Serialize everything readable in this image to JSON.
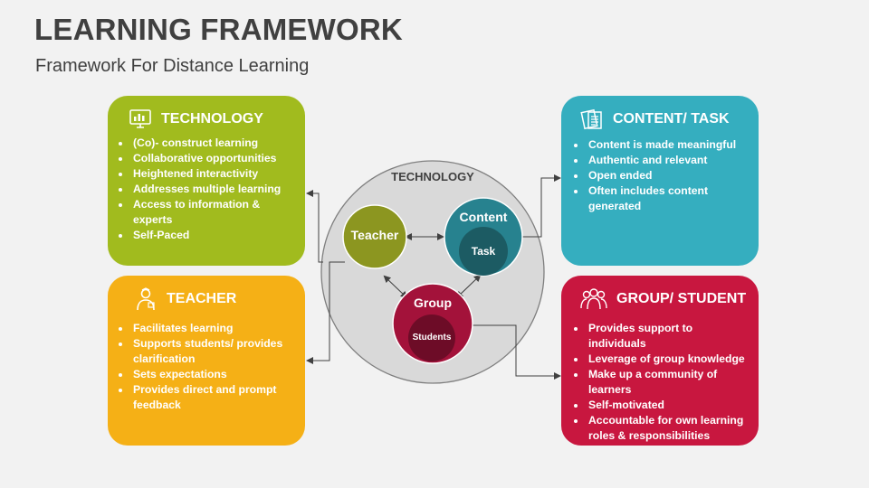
{
  "header": {
    "title": "LEARNING FRAMEWORK",
    "subtitle": "Framework For Distance Learning"
  },
  "boxes": {
    "technology": {
      "title": "TECHNOLOGY",
      "icon": "computer-chart-icon",
      "color": "#a1bb1e",
      "items": [
        "(Co)- construct learning",
        "Collaborative opportunities",
        "Heightened interactivity",
        "Addresses multiple learning",
        "Access to information & experts",
        "Self-Paced"
      ]
    },
    "teacher": {
      "title": "TEACHER",
      "icon": "teacher-icon",
      "color": "#f5b016",
      "items": [
        "Facilitates learning",
        "Supports students/ provides clarification",
        "Sets expectations",
        "Provides direct and prompt feedback"
      ]
    },
    "content": {
      "title": "CONTENT/ TASK",
      "icon": "documents-icon",
      "color": "#35aebf",
      "items": [
        "Content is made meaningful",
        "Authentic and relevant",
        "Open ended",
        "Often includes content generated"
      ]
    },
    "group": {
      "title": "GROUP/ STUDENT",
      "icon": "group-people-icon",
      "color": "#c8173f",
      "items": [
        "Provides support to individuals",
        "Leverage of group knowledge",
        "Make up a community of learners",
        "Self-motivated",
        "Accountable for own learning roles & responsibilities"
      ]
    }
  },
  "center": {
    "outer_label": "TECHNOLOGY",
    "teacher": "Teacher",
    "content": "Content",
    "task": "Task",
    "group": "Group",
    "students": "Students",
    "colors": {
      "outer": "#d9d9d9",
      "teacher": "#8c9620",
      "content": "#27828f",
      "task": "#1c5b63",
      "group": "#a3123a",
      "students": "#6d0c27"
    }
  }
}
